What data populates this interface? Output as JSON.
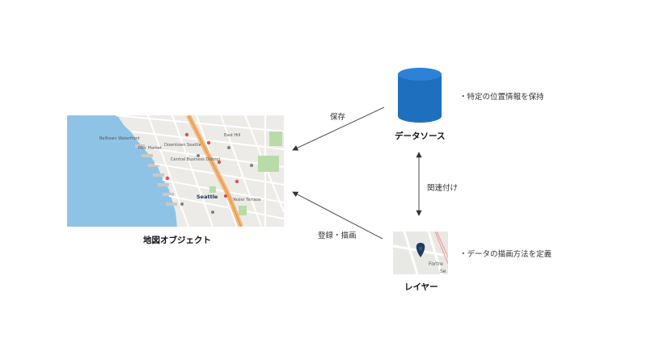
{
  "nodes": {
    "map": {
      "label": "地図オブジェクト"
    },
    "datasource": {
      "label": "データソース",
      "note": "・特定の位置情報を保持"
    },
    "layer": {
      "label": "レイヤー",
      "note": "・データの描画方法を定義"
    }
  },
  "edges": {
    "save": "保存",
    "associate": "関連付け",
    "register_draw": "登録・描画"
  },
  "map_labels": {
    "l1": "Belltown Waterfront",
    "l2": "Pike Market",
    "l3": "Downtown Seattle",
    "l4": "East Hill",
    "l5": "Central Business District",
    "l6": "Seattle",
    "l7": "Yesler Terrace"
  },
  "layer_thumb_labels": {
    "t1": "Fortre",
    "t2": "Se"
  },
  "colors": {
    "database": "#1f6fbf",
    "pin": "#1e3a5f",
    "water": "#8fc3e6",
    "arrow": "#333333"
  }
}
